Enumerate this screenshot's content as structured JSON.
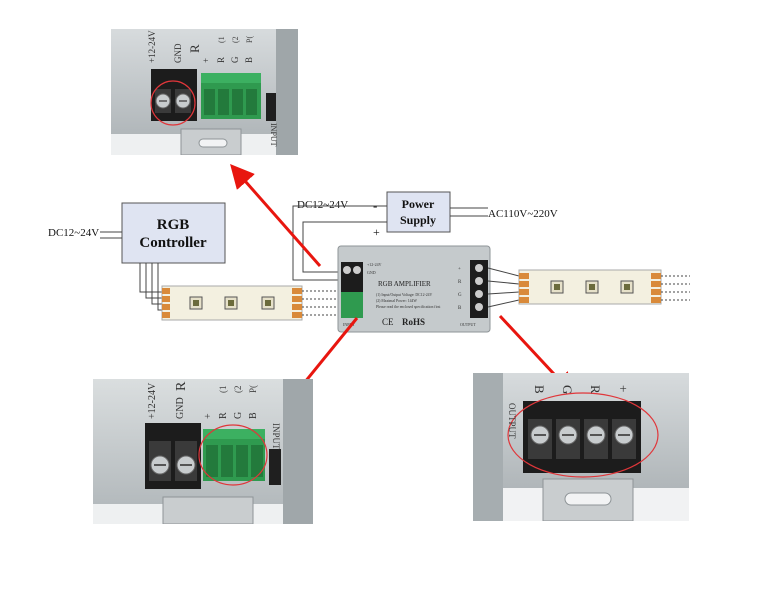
{
  "colors": {
    "arrow": "#e8160f",
    "highlight_circle": "#e0363a",
    "terminal_green": "#2f9a4f",
    "terminal_black": "#1c1c1c",
    "housing_silver": "#c5cacc",
    "box_fill": "#dfe4f2",
    "wire_orange": "#d98a3a",
    "led_strip": "#f3f0e0"
  },
  "diagram": {
    "controller_label_1": "RGB",
    "controller_label_2": "Controller",
    "controller_input": "DC12~24V",
    "power_label_1": "Power",
    "power_label_2": "Supply",
    "power_input": "AC110V~220V",
    "power_output": "DC12~24V",
    "minus": "-",
    "plus": "+",
    "amp_title": "RGB AMPLIFIER",
    "amp_line1": "(1) Input/Output Voltage: DC12-24V",
    "amp_line2": "(2) Maximal Power: 144W",
    "amp_line3": "Please read the enclosed specification first",
    "amp_ce": "CE",
    "amp_rohs": "RoHS",
    "amp_input_label": "INPUT",
    "amp_output_label": "OUTPUT",
    "amp_gnd": "GND",
    "amp_vin": "+12-24V",
    "out_pins": [
      "+",
      "R",
      "G",
      "B"
    ]
  },
  "photo_top": {
    "vin": "+12-24V",
    "gnd": "GND",
    "big_r": "R",
    "pins": [
      "+",
      "R",
      "G",
      "B"
    ],
    "pin_nums": [
      "(1",
      "(2",
      "P("
    ],
    "input": "INPUT"
  },
  "photo_bottom_left": {
    "vin": "+12-24V",
    "gnd": "GND",
    "big_r": "R",
    "pins": [
      "+",
      "R",
      "G",
      "B"
    ],
    "pin_nums": [
      "(1",
      "(2",
      "P("
    ],
    "input": "INPUT"
  },
  "photo_bottom_right": {
    "pins": [
      "B",
      "G",
      "R",
      "+"
    ],
    "output": "OUTPUT"
  }
}
